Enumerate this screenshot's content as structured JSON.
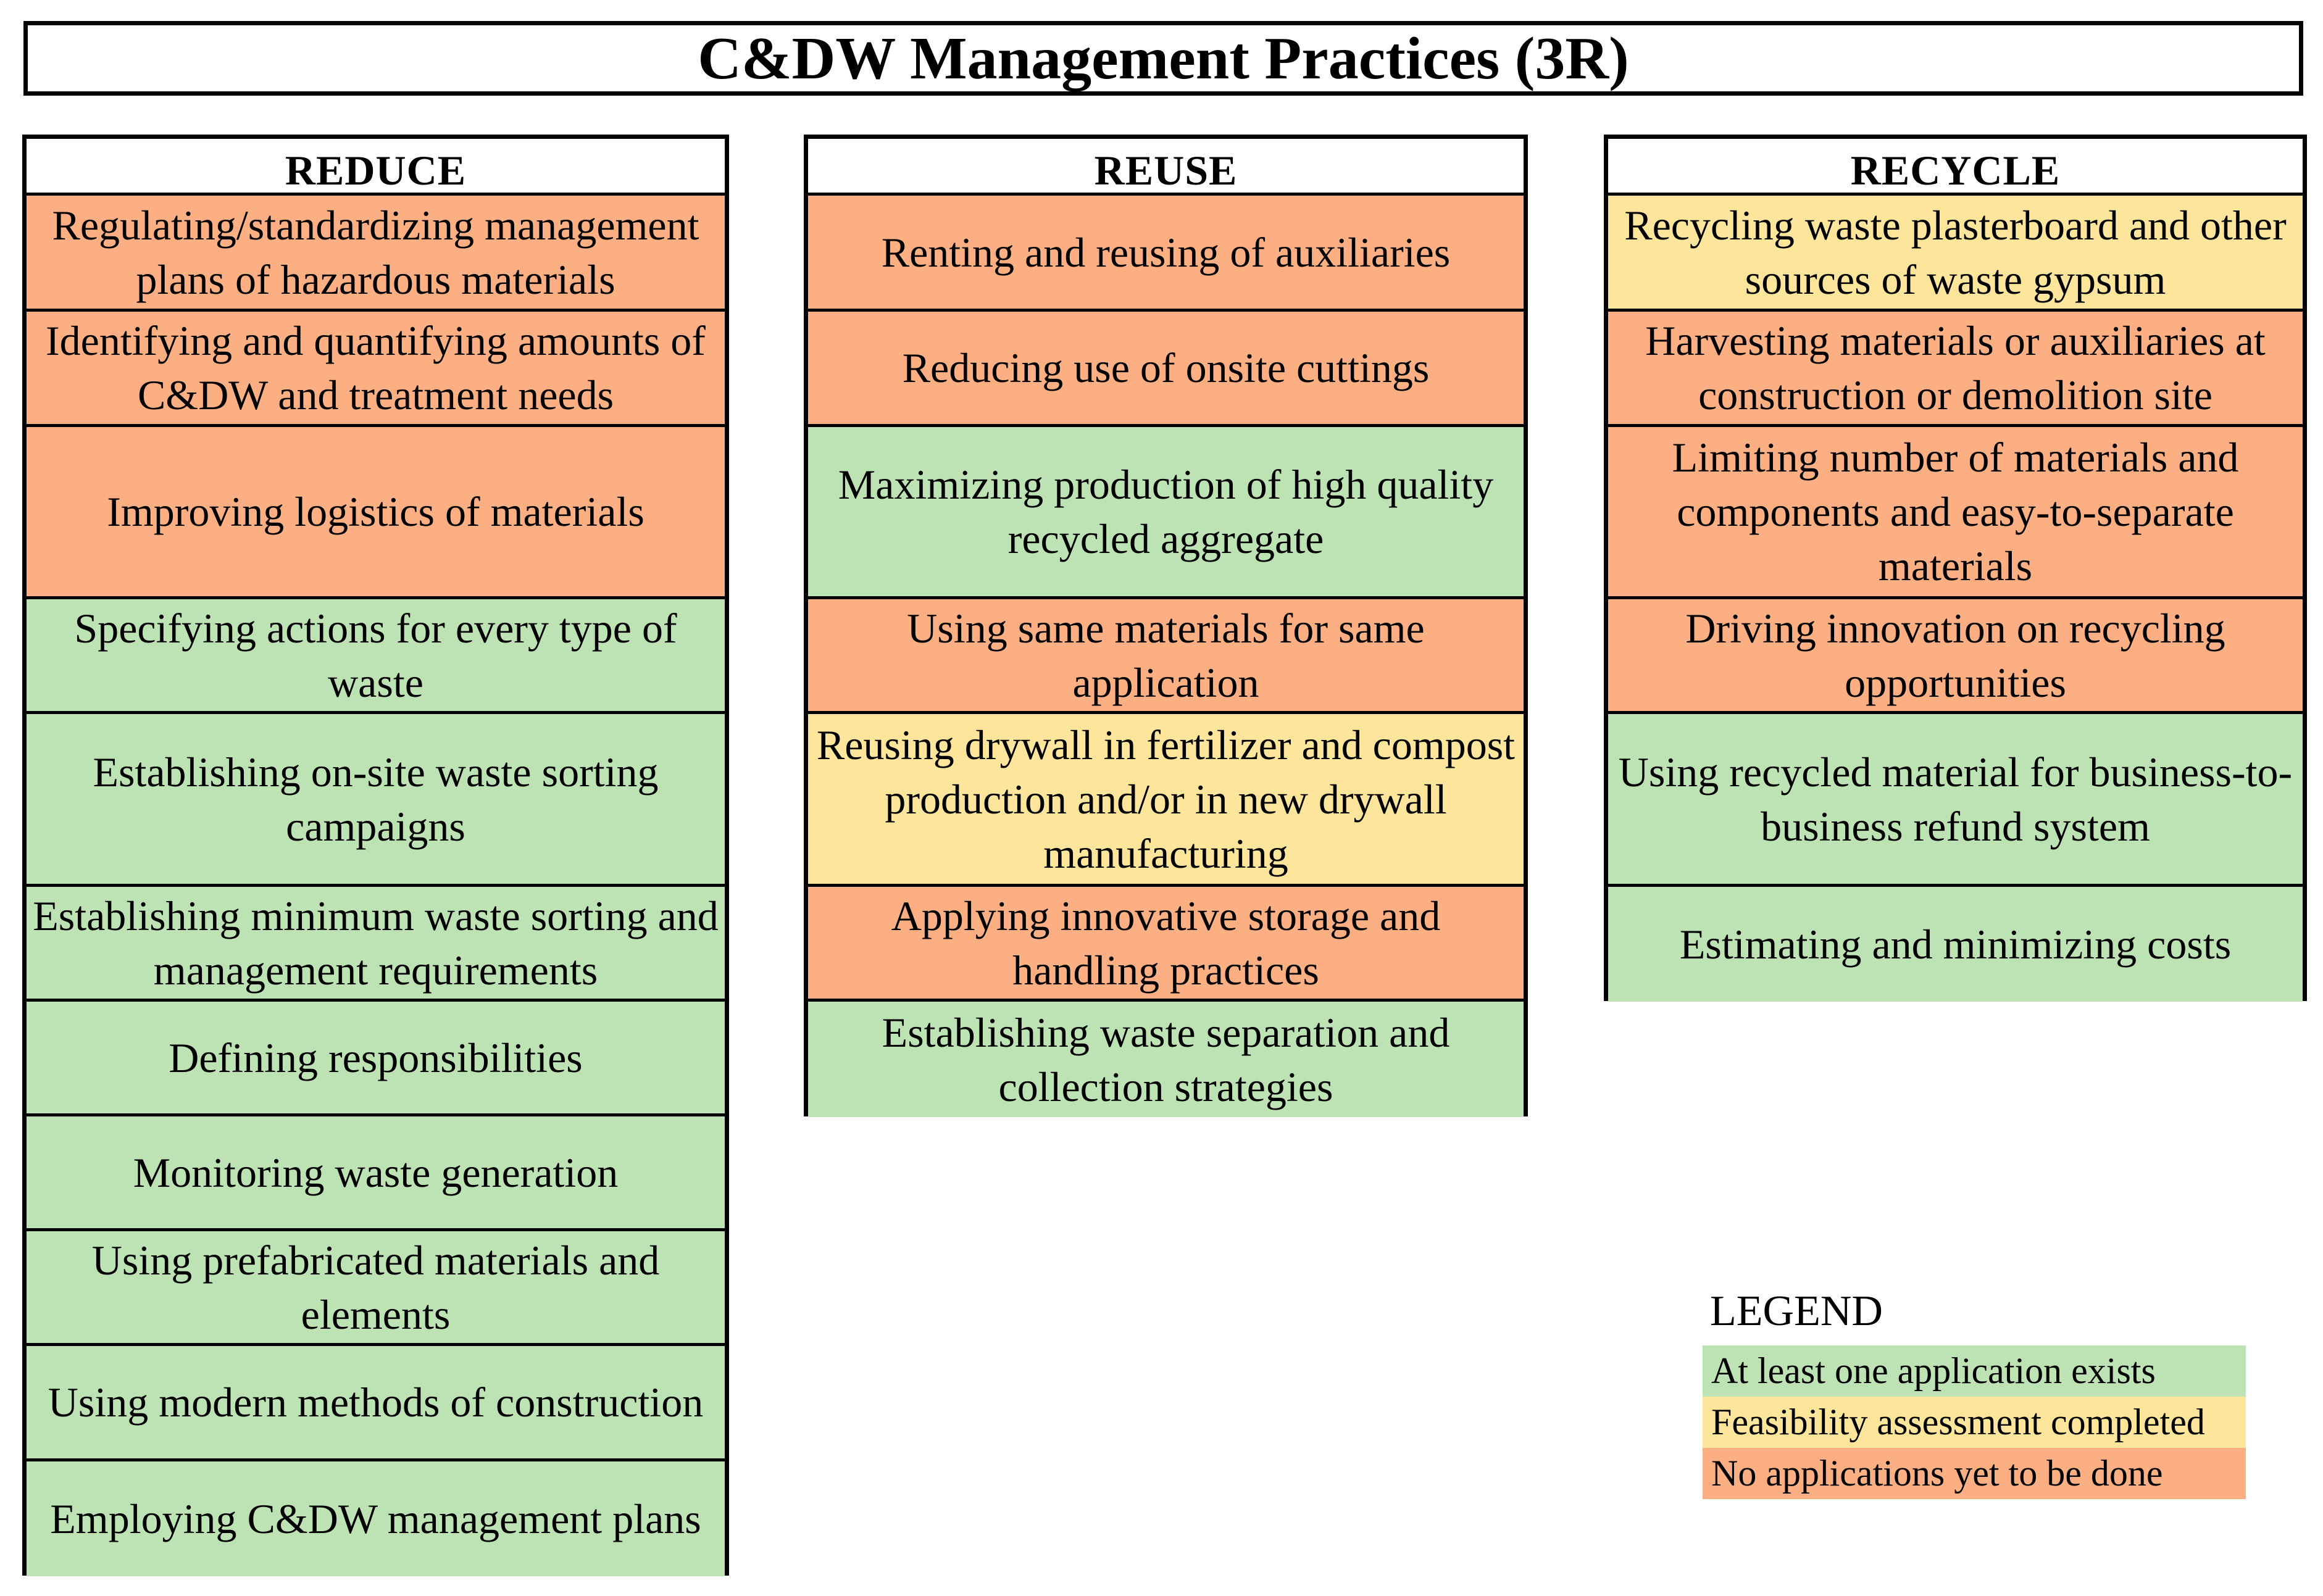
{
  "title": "C&DW Management Practices (3R)",
  "colors": {
    "green": "#bde2b4",
    "yellow": "#fde59b",
    "orange": "#fbaf82"
  },
  "columns": [
    {
      "heading": "REDUCE",
      "items": [
        {
          "text": "Regulating/standardizing management plans of hazardous materials",
          "status": "orange"
        },
        {
          "text": "Identifying and quantifying amounts of C&DW and treatment needs",
          "status": "orange"
        },
        {
          "text": "Improving logistics of materials",
          "status": "orange"
        },
        {
          "text": "Specifying actions for every type of waste",
          "status": "green"
        },
        {
          "text": "Establishing on-site waste sorting campaigns",
          "status": "green"
        },
        {
          "text": "Establishing minimum waste sorting and management requirements",
          "status": "green"
        },
        {
          "text": "Defining responsibilities",
          "status": "green"
        },
        {
          "text": "Monitoring waste generation",
          "status": "green"
        },
        {
          "text": "Using prefabricated materials and elements",
          "status": "green"
        },
        {
          "text": "Using modern methods of construction",
          "status": "green"
        },
        {
          "text": "Employing C&DW management plans",
          "status": "green"
        }
      ]
    },
    {
      "heading": "REUSE",
      "items": [
        {
          "text": "Renting and reusing of auxiliaries",
          "status": "orange"
        },
        {
          "text": "Reducing use of onsite cuttings",
          "status": "orange"
        },
        {
          "text": "Maximizing production of high quality recycled aggregate",
          "status": "green"
        },
        {
          "text": "Using same materials for same application",
          "status": "orange"
        },
        {
          "text": "Reusing drywall in fertilizer and compost production and/or in new drywall manufacturing",
          "status": "yellow"
        },
        {
          "text": "Applying innovative storage and handling practices",
          "status": "orange"
        },
        {
          "text": "Establishing waste separation and collection strategies",
          "status": "green"
        }
      ]
    },
    {
      "heading": "RECYCLE",
      "items": [
        {
          "text": "Recycling waste plasterboard and other sources of waste gypsum",
          "status": "yellow"
        },
        {
          "text": "Harvesting materials or auxiliaries at construction or demolition site",
          "status": "orange"
        },
        {
          "text": "Limiting number of materials and components and easy-to-separate materials",
          "status": "orange"
        },
        {
          "text": "Driving innovation on recycling opportunities",
          "status": "orange"
        },
        {
          "text": "Using recycled material for business-to-business refund system",
          "status": "green"
        },
        {
          "text": "Estimating and minimizing costs",
          "status": "green"
        }
      ]
    }
  ],
  "legend": {
    "title": "LEGEND",
    "entries": [
      {
        "label": "At least one application exists",
        "status": "green"
      },
      {
        "label": "Feasibility assessment completed",
        "status": "yellow"
      },
      {
        "label": "No applications yet to be done",
        "status": "orange"
      }
    ]
  }
}
